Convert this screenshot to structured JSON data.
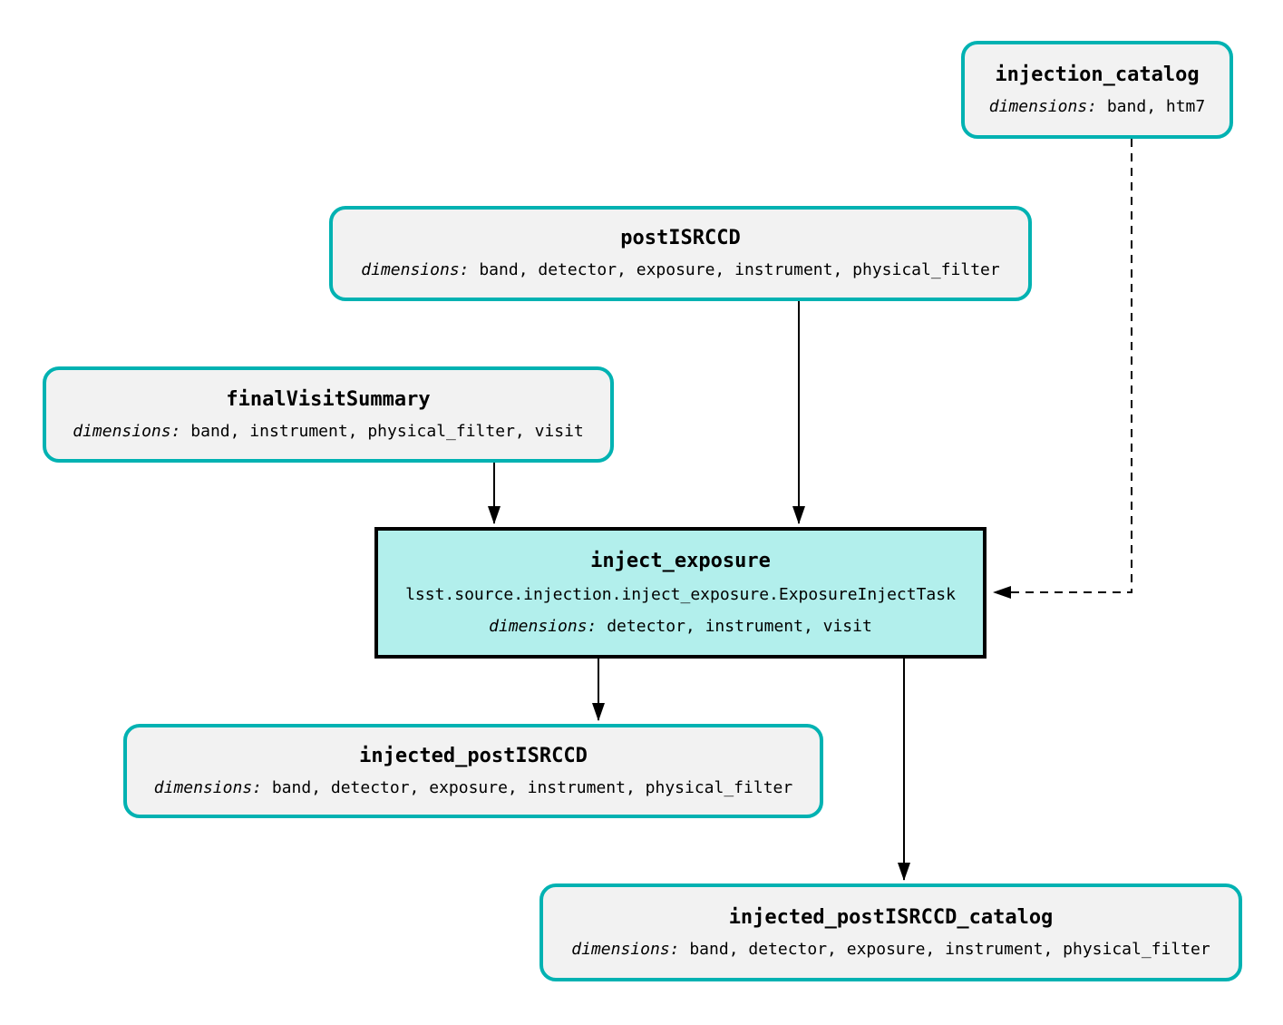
{
  "colors": {
    "background": "#ffffff",
    "dataset_border": "#00b2b2",
    "dataset_fill": "#f2f2f2",
    "task_fill": "#b2efec",
    "task_border": "#000000",
    "edge": "#000000",
    "text": "#000000"
  },
  "nodes": {
    "injection_catalog": {
      "title": "injection_catalog",
      "dims_label": "dimensions:",
      "dims_value": "band, htm7"
    },
    "postISRCCD": {
      "title": "postISRCCD",
      "dims_label": "dimensions:",
      "dims_value": "band, detector, exposure, instrument, physical_filter"
    },
    "finalVisitSummary": {
      "title": "finalVisitSummary",
      "dims_label": "dimensions:",
      "dims_value": "band, instrument, physical_filter, visit"
    },
    "inject_exposure": {
      "title": "inject_exposure",
      "task_class": "lsst.source.injection.inject_exposure.ExposureInjectTask",
      "dims_label": "dimensions:",
      "dims_value": "detector, instrument, visit"
    },
    "injected_postISRCCD": {
      "title": "injected_postISRCCD",
      "dims_label": "dimensions:",
      "dims_value": "band, detector, exposure, instrument, physical_filter"
    },
    "injected_postISRCCD_catalog": {
      "title": "injected_postISRCCD_catalog",
      "dims_label": "dimensions:",
      "dims_value": "band, detector, exposure, instrument, physical_filter"
    }
  },
  "edges": [
    {
      "from": "postISRCCD",
      "to": "inject_exposure",
      "style": "solid"
    },
    {
      "from": "finalVisitSummary",
      "to": "inject_exposure",
      "style": "solid"
    },
    {
      "from": "injection_catalog",
      "to": "inject_exposure",
      "style": "dashed"
    },
    {
      "from": "inject_exposure",
      "to": "injected_postISRCCD",
      "style": "solid"
    },
    {
      "from": "inject_exposure",
      "to": "injected_postISRCCD_catalog",
      "style": "solid"
    }
  ]
}
